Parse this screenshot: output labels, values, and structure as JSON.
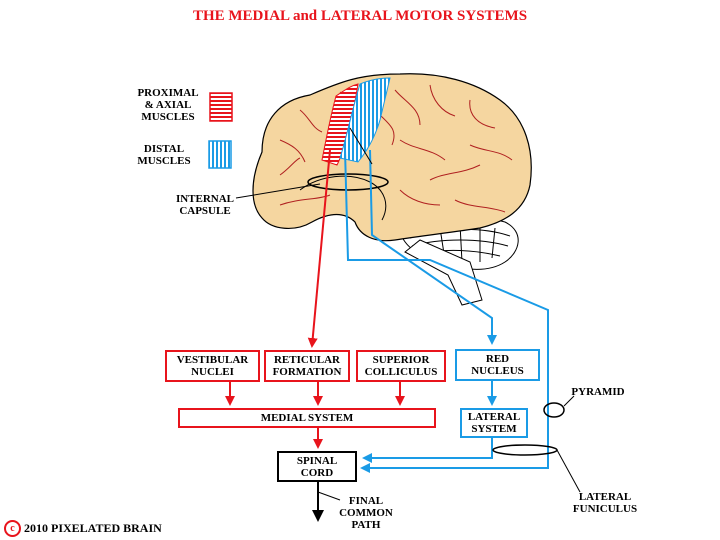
{
  "title": "THE MEDIAL and LATERAL MOTOR SYSTEMS",
  "legend": {
    "proximal": "PROXIMAL\n& AXIAL\nMUSCLES",
    "distal": "DISTAL\nMUSCLES"
  },
  "labels": {
    "internal_capsule": "INTERNAL\nCAPSULE",
    "pyramid": "PYRAMID",
    "lateral_funiculus": "LATERAL\nFUNICULUS",
    "final_common_path": "FINAL\nCOMMON\nPATH"
  },
  "boxes": {
    "vestibular": "VESTIBULAR\nNUCLEI",
    "reticular": "RETICULAR\nFORMATION",
    "superior": "SUPERIOR\nCOLLICULUS",
    "red_nucleus": "RED\nNUCLEUS",
    "medial_system": "MEDIAL SYSTEM",
    "lateral_system": "LATERAL\nSYSTEM",
    "spinal_cord": "SPINAL\nCORD"
  },
  "copyright": {
    "symbol": "c",
    "text": "2010  PIXELATED BRAIN"
  },
  "colors": {
    "title": "#e8141c",
    "medial": "#e8141c",
    "lateral": "#1a9be6",
    "brain": "#f5d6a0"
  }
}
